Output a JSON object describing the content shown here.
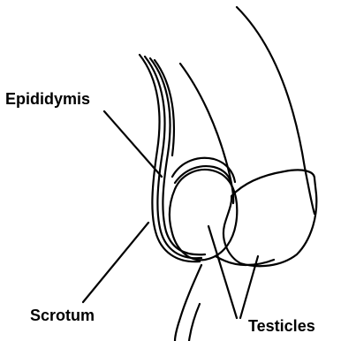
{
  "diagram": {
    "labels": {
      "epididymis": "Epididymis",
      "scrotum": "Scrotum",
      "testicles": "Testicles"
    },
    "colors": {
      "stroke": "#000000",
      "background": "#ffffff"
    }
  }
}
